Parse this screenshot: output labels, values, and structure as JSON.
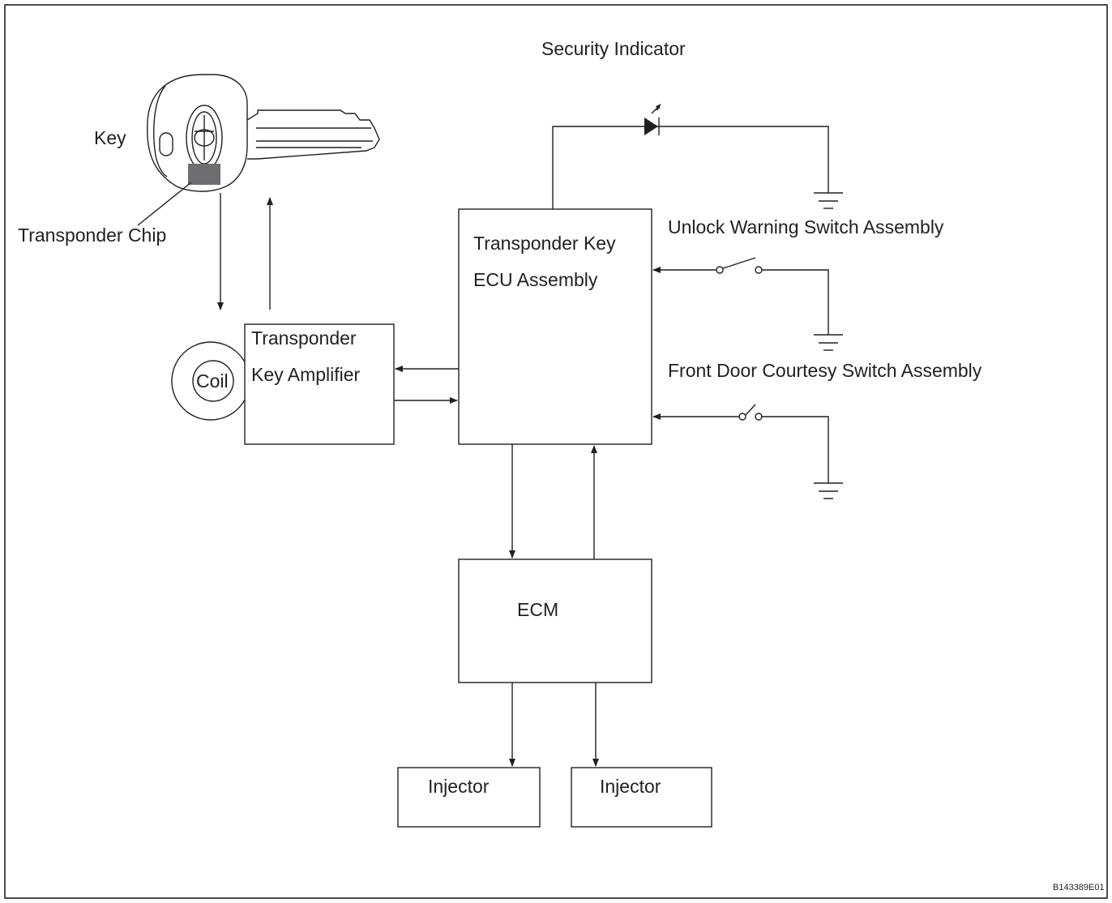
{
  "labels": {
    "security_indicator": "Security Indicator",
    "key": "Key",
    "transponder_chip": "Transponder Chip",
    "coil": "Coil",
    "amplifier_line1": "Transponder",
    "amplifier_line2": "Key Amplifier",
    "ecu_line1": "Transponder Key",
    "ecu_line2": "ECU Assembly",
    "unlock_warning_switch": "Unlock Warning Switch Assembly",
    "front_door_switch": "Front Door Courtesy Switch Assembly",
    "ecm": "ECM",
    "injector_1": "Injector",
    "injector_2": "Injector",
    "figure_code": "B143389E01"
  },
  "colors": {
    "line": "#231f20",
    "chip": "#6d6e71",
    "background": "#ffffff"
  }
}
